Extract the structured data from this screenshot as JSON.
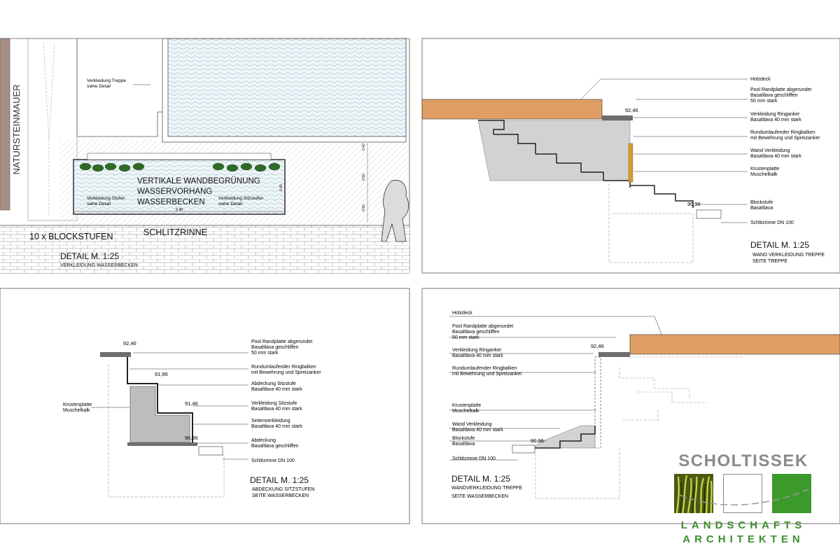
{
  "panel1": {
    "wall_label": "NATURSTEINMAUER",
    "note_treppe": [
      "Verkleidung Treppe",
      "siehe Detail"
    ],
    "title_lines": [
      "VERTIKALE WANDBEGRÜNUNG",
      "WASSERVORHANG",
      "WASSERBECKEN"
    ],
    "note_stufen": [
      "Verkleidung Stufen",
      "siehe Detail"
    ],
    "note_sitzstufen": [
      "Verkleidung Sitzstufen",
      "siehe Detail"
    ],
    "dim_width": "3.40",
    "dim_v1": "0.40",
    "dim_v2": "0.50",
    "dim_v3": "0.50",
    "dim_v4": "0.40",
    "label_blockstufen": "10 x BLOCKSTUFEN",
    "label_schlitzrinne": "SCHLITZRINNE",
    "detail_title": "DETAIL M. 1:25",
    "detail_subtitle": "VERKLEIDUNG WASSERBECKEN"
  },
  "panel2": {
    "labels": [
      [
        "Holzdeck"
      ],
      [
        "Pool Randplatte abgerundet",
        "Basaltlava geschliffen",
        "50 mm stark"
      ],
      [
        "Verkleidung Ringanker",
        "Basaltlava 40 mm stark"
      ],
      [
        "Rundumlaufender Ringbalken",
        "mit Bewehrung und Spreizanker"
      ],
      [
        "Wand Verkleidung",
        "Basaltlava 40 mm stark"
      ],
      [
        "Krustenplatte",
        "Muschelkalk"
      ],
      [
        "Blockstufe",
        "Basaltlava"
      ],
      [
        "Schlitzrinne DN 100"
      ]
    ],
    "level_top": "92,46",
    "level_bottom": "90,96",
    "detail_title": "DETAIL M. 1:25",
    "detail_sub1": "WAND VERKLEIDUNG TREPPE",
    "detail_sub2": "SEITE TREPPE"
  },
  "panel3": {
    "labels": [
      [
        "Pool Randplatte abgerundet",
        "Basaltlava geschliffen",
        "50 mm stark"
      ],
      [
        "Rundumlaufender Ringbalken",
        "mit Bewehrung und Spreizanker"
      ],
      [
        "Abdeckung Sitzstufe",
        "Basaltlava 40 mm stark"
      ],
      [
        "Verkleidung Sitzstufe",
        "Basaltlava 40 mm stark"
      ],
      [
        "Seitenverkleidung",
        "Basaltlava 40 mm stark"
      ],
      [
        "Abdeckung",
        "Basaltlava geschliffen"
      ],
      [
        "Schlitzrinne DN 100"
      ]
    ],
    "left_label": [
      "Krustenplatte",
      "Muschelkalk"
    ],
    "level_1": "92,46",
    "level_2": "91,96",
    "level_3": "91,46",
    "level_4": "90,96",
    "detail_title": "DETAIL M. 1:25",
    "detail_sub1": "ABDECKUNG SITZSTUFEN",
    "detail_sub2": "SEITE WASSERBECKEN"
  },
  "panel4": {
    "labels": [
      [
        "Holzdeck"
      ],
      [
        "Pool Randplatte abgerundet",
        "Basaltlava geschliffen",
        "50 mm stark"
      ],
      [
        "Verkleidung Ringanker",
        "Basaltlava 40 mm stark"
      ],
      [
        "Rundumlaufender Ringbalken",
        "mit Bewehrung und Spreizanker"
      ],
      [
        "Krustenplatte",
        "Muschelkalk"
      ],
      [
        "Wand Verkleidung",
        "Basaltlava 40 mm stark"
      ],
      [
        "Blockstufe",
        "Basaltlava"
      ],
      [
        "Schlitzrinne DN 100"
      ]
    ],
    "level_top": "92,46",
    "level_bottom": "90,96",
    "detail_title": "DETAIL M. 1:25",
    "detail_sub1": "WANDVERKLEIDUNG TREPPE",
    "detail_sub2": "SEITE WASSERBECKEN"
  },
  "brand": {
    "name": "SCHOLTISSEK",
    "line1": "LANDSCHAFTS",
    "line2": "ARCHITEKTEN"
  },
  "colors": {
    "wood": "#e0a066",
    "concrete": "#d2d2d2",
    "stone_dark": "#6e6e6e",
    "water": "#eaf2f6",
    "brand_gray": "#8a8a8a",
    "brand_green": "#3c8f2c"
  }
}
